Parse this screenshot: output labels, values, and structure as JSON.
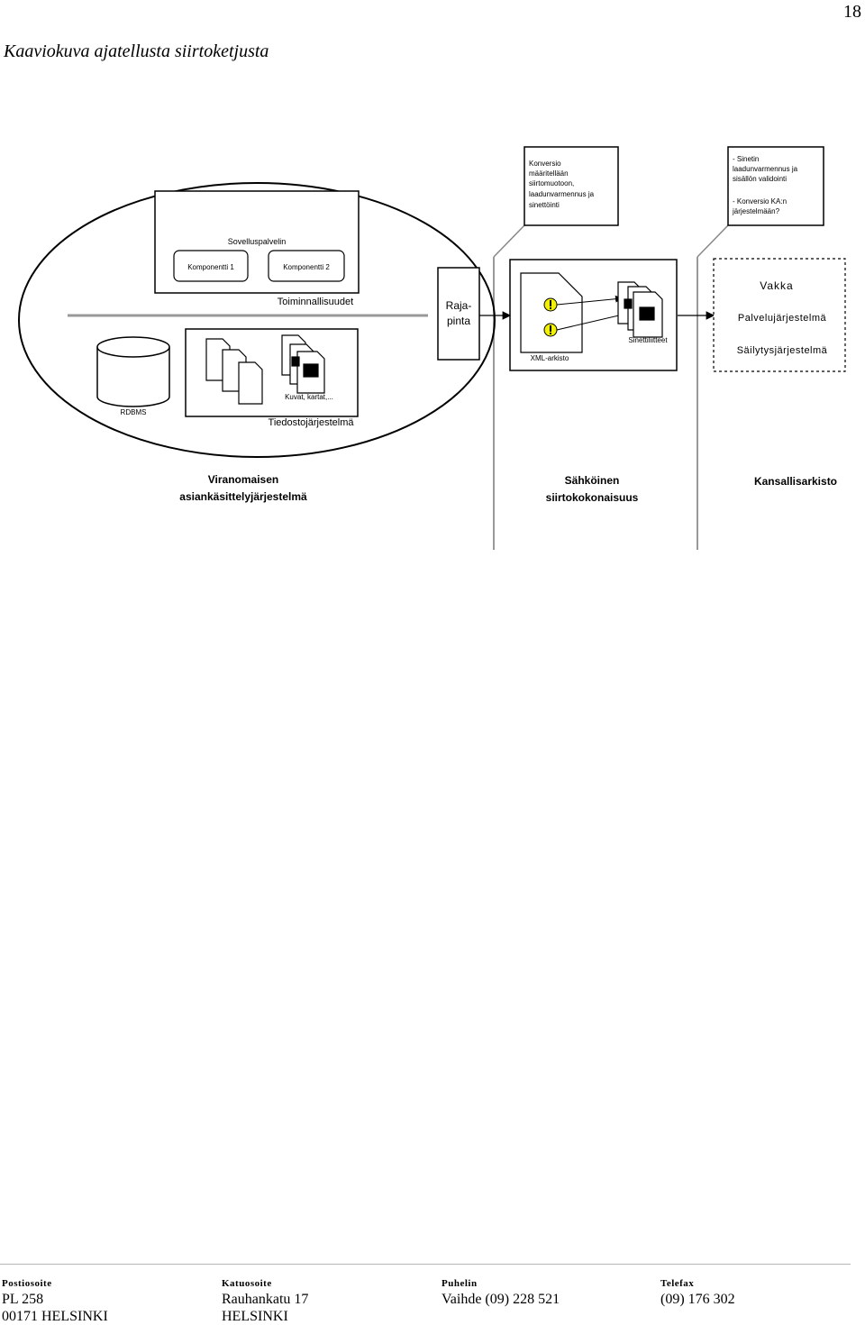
{
  "page_number": "18",
  "caption": "Kaaviokuva ajatellusta siirtoketjusta",
  "diagram": {
    "left_zone": {
      "app_server_label": "Sovelluspalvelin",
      "component_1": "Komponentti 1",
      "component_2": "Komponentti 2",
      "functionality_label": "Toiminnallisuudet",
      "database_label": "RDBMS",
      "files_label": "Kuvat, kartat,...",
      "filesystem_label": "Tiedostojärjestelmä",
      "zone_title_line1": "Viranomaisen",
      "zone_title_line2": "asiankäsittelyjärjestelmä"
    },
    "interface": {
      "line1": "Raja-",
      "line2": "pinta"
    },
    "middle_zone": {
      "note": [
        "Konversio",
        "määritellään",
        "siirtomuotoon,",
        "laadunvarmennus ja",
        "sinettöinti"
      ],
      "xml_label": "XML-arkisto",
      "attachments_label": "Sinettiliitteet",
      "zone_title_line1": "Sähköinen",
      "zone_title_line2": "siirtokokonaisuus"
    },
    "right_zone": {
      "note": [
        "- Sinetin",
        "laadunvarmennus ja",
        "sisällön validointi",
        "",
        "- Konversio KA:n",
        "järjestelmään?"
      ],
      "vakka": "Vakka",
      "service_system": "Palvelujärjestelmä",
      "storage_system": "Säilytysjärjestelmä",
      "zone_title": "Kansallisarkisto"
    }
  },
  "footer": {
    "columns": [
      {
        "heading": "Postiosoite",
        "lines": [
          "PL 258",
          "00171  HELSINKI"
        ]
      },
      {
        "heading": "Katuosoite",
        "lines": [
          "Rauhankatu 17",
          "HELSINKI"
        ]
      },
      {
        "heading": "Puhelin",
        "lines": [
          "Vaihde (09) 228 521"
        ]
      },
      {
        "heading": "Telefax",
        "lines": [
          "(09) 176 302"
        ]
      }
    ]
  }
}
